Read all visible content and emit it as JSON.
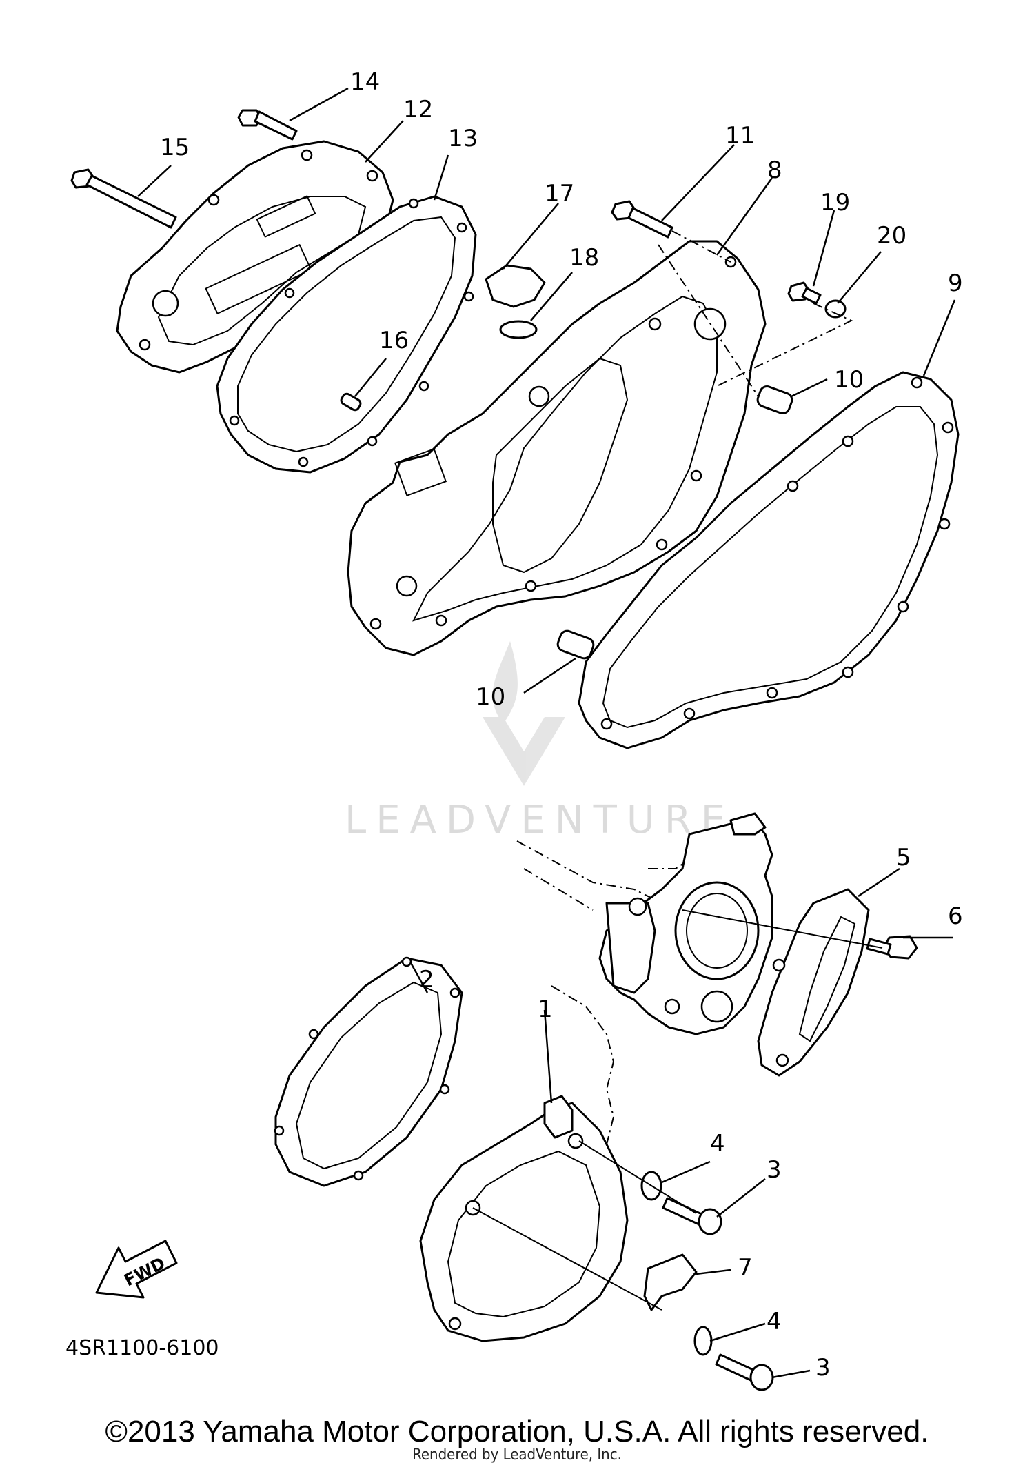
{
  "diagram": {
    "code": "4SR1100-6100",
    "fwd_label": "FWD",
    "watermark": "LEADVENTURE",
    "callouts": {
      "c1": "1",
      "c2": "2",
      "c3a": "3",
      "c3b": "3",
      "c4a": "4",
      "c4b": "4",
      "c5": "5",
      "c6": "6",
      "c7": "7",
      "c8": "8",
      "c9": "9",
      "c10a": "10",
      "c10b": "10",
      "c11": "11",
      "c12": "12",
      "c13": "13",
      "c14": "14",
      "c15": "15",
      "c16": "16",
      "c17": "17",
      "c18": "18",
      "c19": "19",
      "c20": "20"
    }
  },
  "footer": {
    "copyright": "©2013 Yamaha Motor Corporation, U.S.A. All rights reserved.",
    "rendered_by": "Rendered by LeadVenture, Inc."
  }
}
